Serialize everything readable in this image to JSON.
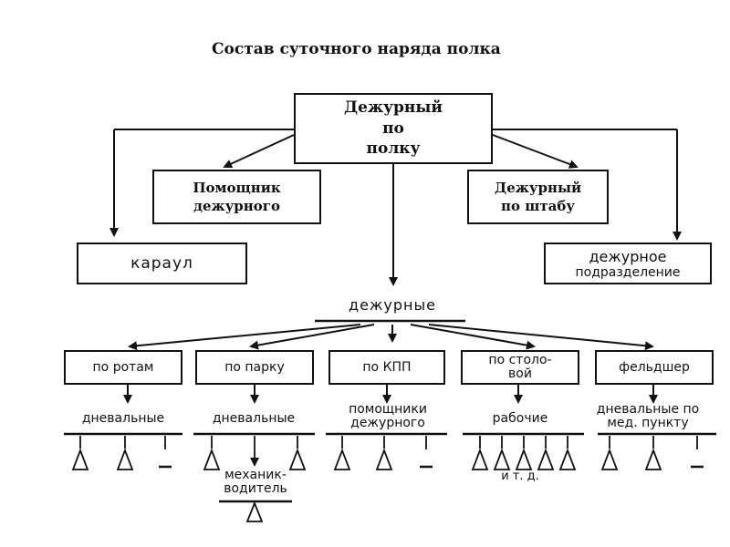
{
  "title": "Состав суточного наряда полка",
  "top": {
    "line1": "Дежурный",
    "line2": "по",
    "line3": "полку"
  },
  "assistant": {
    "line1": "Помощник",
    "line2": "дежурного"
  },
  "hq_duty": {
    "line1": "Дежурный",
    "line2": "по штабу"
  },
  "guard": "караул",
  "unit_duty": {
    "line1": "дежурное",
    "line2": "подразделение"
  },
  "duty_officers": "дежурные",
  "branches": [
    {
      "label": "по ротам",
      "sub": "дневальные"
    },
    {
      "label": "по парку",
      "sub": "дневальные",
      "extra_line1": "механик-",
      "extra_line2": "водитель"
    },
    {
      "label": "по КПП",
      "sub_line1": "помощники",
      "sub_line2": "дежурного"
    },
    {
      "label_line1": "по столо-",
      "label_line2": "вой",
      "sub": "рабочие",
      "note": "и т. д."
    },
    {
      "label": "фельдшер",
      "sub_line1": "дневальные по",
      "sub_line2": "мед. пункту"
    }
  ]
}
